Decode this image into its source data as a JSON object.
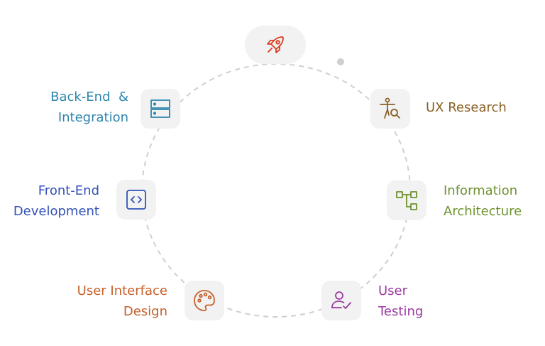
{
  "diagram": {
    "colors": {
      "ring": "#cfcfcf",
      "node_bg": "#f2f2f2",
      "launch": "#dd3b1e",
      "ux_research": "#8a6023",
      "info_arch": "#6e922e",
      "user_testing": "#9a3aa0",
      "ui_design": "#c5602b",
      "front_end": "#3352b6",
      "back_end": "#2d86ad"
    },
    "center_node": {
      "icon": "rocket-icon"
    },
    "stages": {
      "ux_research": {
        "icon": "person-search-icon",
        "line1": "UX Research"
      },
      "info_arch": {
        "icon": "sitemap-icon",
        "line1": "Information",
        "line2": "Architecture"
      },
      "user_testing": {
        "icon": "user-check-icon",
        "line1": "User",
        "line2": "Testing"
      },
      "ui_design": {
        "icon": "palette-icon",
        "line1": "User Interface",
        "line2": "Design"
      },
      "front_end": {
        "icon": "code-icon",
        "line1": "Front-End",
        "line2": "Development"
      },
      "back_end": {
        "icon": "server-icon",
        "line1": "Back-End  &",
        "line2": "Integration"
      }
    }
  }
}
